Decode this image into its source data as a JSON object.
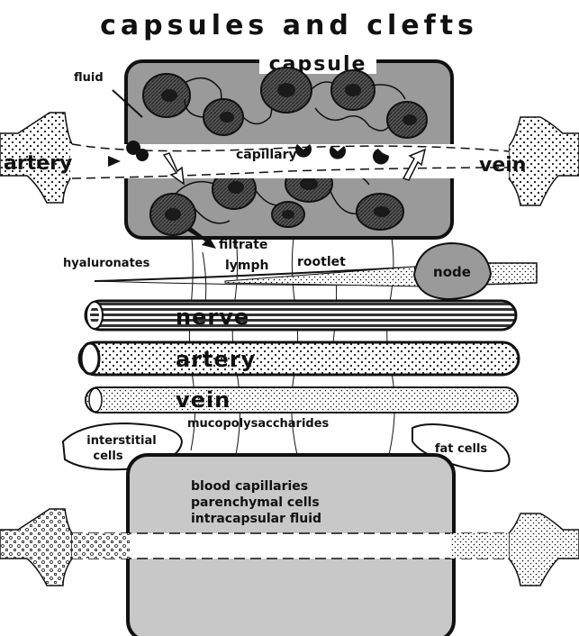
{
  "title": "capsules and clefts",
  "labels": {
    "capsule": "capsule",
    "fluid": "fluid",
    "artery_top": "artery",
    "vein_top": "vein",
    "capillary": "capillary",
    "filtrate": "filtrate",
    "hyaluronates": "hyaluronates",
    "lymph": "lymph",
    "rootlet": "rootlet",
    "node": "node",
    "nerve": "nerve",
    "artery_mid": "artery",
    "vein_mid": "vein",
    "mucopolysaccharides": "mucopolysaccharides",
    "interstitial_1": "interstitial",
    "interstitial_2": "cells",
    "fat_cells": "fat cells",
    "lower_1": "blood capillaries",
    "lower_2": "parenchymal cells",
    "lower_3": "intracapsular fluid"
  },
  "colors": {
    "ink": "#111111",
    "capsule_fill": "#9a9a9a",
    "lower_fill": "#c8c8c8",
    "cell_dark": "#444444",
    "nucleus": "#1a1a1a"
  }
}
